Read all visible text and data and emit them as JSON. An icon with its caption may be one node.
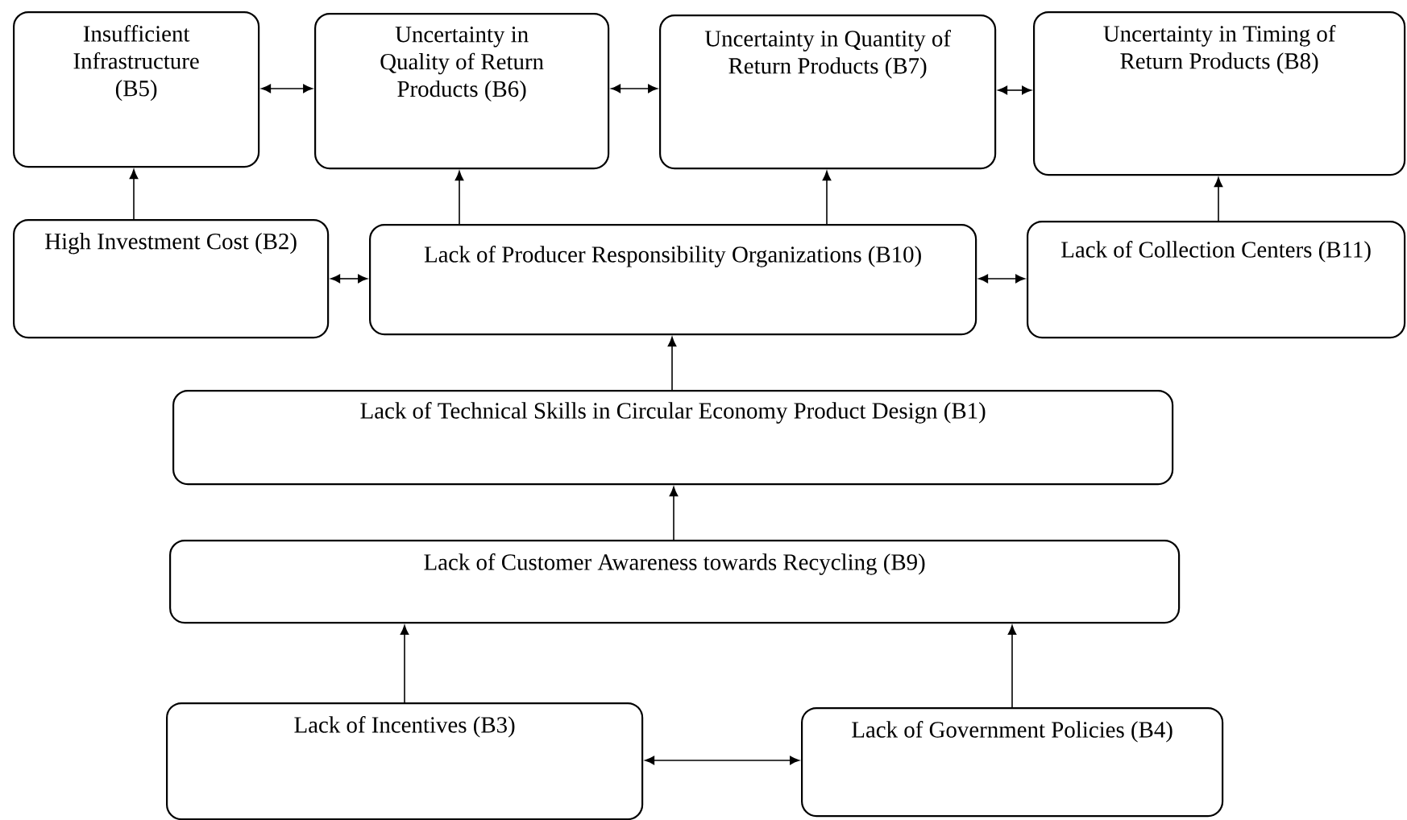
{
  "diagram": {
    "nodes": [
      {
        "text": [
          "Insufficient Infrastructure (B5)"
        ]
      },
      {
        "text": [
          "Uncertainty in Quality of Return Products (B6)"
        ]
      },
      {
        "text": [
          "Uncertainty in Quantity of Return Products (B7)"
        ]
      },
      {
        "text": [
          "Uncertainty in Timing of Return Products (B8)"
        ]
      },
      {
        "text": [
          "High Investment Cost (B2)"
        ]
      },
      {
        "text": [
          "Lack of Producer Responsibility Organizations (B10)"
        ]
      },
      {
        "text": [
          "Lack of Collection Centers (B11)"
        ]
      },
      {
        "text": [
          "Lack of Technical Skills in Circular Economy Product Design (B1)"
        ]
      },
      {
        "text": [
          "Lack of Customer Awareness towards Recycling (B9)"
        ]
      },
      {
        "text": [
          "Lack of Incentives (B3)"
        ]
      },
      {
        "text": [
          "Lack of Government Policies (B4)"
        ]
      }
    ],
    "edges": [
      {
        "from": 0,
        "to": 1,
        "arrow": "both"
      },
      {
        "from": 1,
        "to": 2,
        "arrow": "both"
      },
      {
        "from": 2,
        "to": 3,
        "arrow": "both"
      },
      {
        "from": 4,
        "to": 0,
        "arrow": "to"
      },
      {
        "from": 5,
        "to": 1,
        "arrow": "to"
      },
      {
        "from": 5,
        "to": 2,
        "arrow": "to"
      },
      {
        "from": 6,
        "to": 3,
        "arrow": "to"
      },
      {
        "from": 4,
        "to": 5,
        "arrow": "both"
      },
      {
        "from": 5,
        "to": 6,
        "arrow": "both"
      },
      {
        "from": 7,
        "to": 5,
        "arrow": "to"
      },
      {
        "from": 8,
        "to": 7,
        "arrow": "to"
      },
      {
        "from": 9,
        "to": 8,
        "arrow": "to"
      },
      {
        "from": 10,
        "to": 8,
        "arrow": "to"
      },
      {
        "from": 9,
        "to": 10,
        "arrow": "both"
      }
    ]
  }
}
